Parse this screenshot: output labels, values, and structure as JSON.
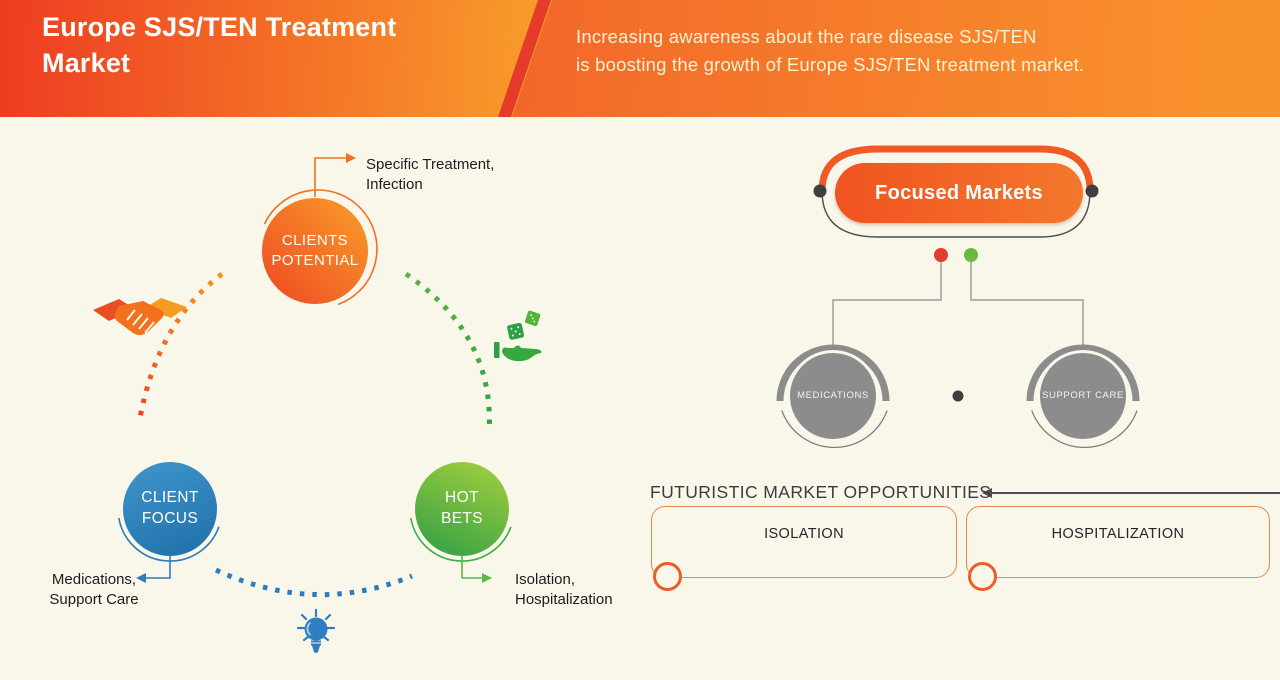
{
  "header": {
    "title": "Europe SJS/TEN Treatment Market",
    "subtitle_line1": "Increasing awareness about the rare disease SJS/TEN",
    "subtitle_line2": "is boosting the growth of Europe SJS/TEN treatment market."
  },
  "left_diagram": {
    "clients_potential": {
      "line1": "CLIENTS",
      "line2": "POTENTIAL",
      "callout_line1": "Specific Treatment,",
      "callout_line2": "Infection"
    },
    "client_focus": {
      "line1": "CLIENT",
      "line2": "FOCUS",
      "callout_line1": "Medications,",
      "callout_line2": "Support Care"
    },
    "hot_bets": {
      "line1": "HOT",
      "line2": "BETS",
      "callout_line1": "Isolation,",
      "callout_line2": "Hospitalization"
    },
    "icons": [
      "handshake-icon",
      "dice-hand-icon",
      "lightbulb-icon"
    ]
  },
  "right_diagram": {
    "focused_markets_label": "Focused Markets",
    "market_nodes": [
      {
        "label": "MEDICATIONS"
      },
      {
        "label": "SUPPORT CARE"
      }
    ],
    "opportunities": {
      "heading": "FUTURISTIC MARKET OPPORTUNITIES",
      "items": [
        {
          "label": "ISOLATION"
        },
        {
          "label": "HOSPITALIZATION"
        }
      ]
    }
  },
  "colors": {
    "background": "#f9f6ea",
    "header_red": "#ee3c22",
    "header_orange": "#f9a02b",
    "accent_orange": "#f15a24",
    "accent_blue": "#2e7cba",
    "accent_green": "#3fae45",
    "gray_node": "#8c8c8c",
    "red_dot": "#e23b31",
    "green_dot": "#6cb840"
  }
}
